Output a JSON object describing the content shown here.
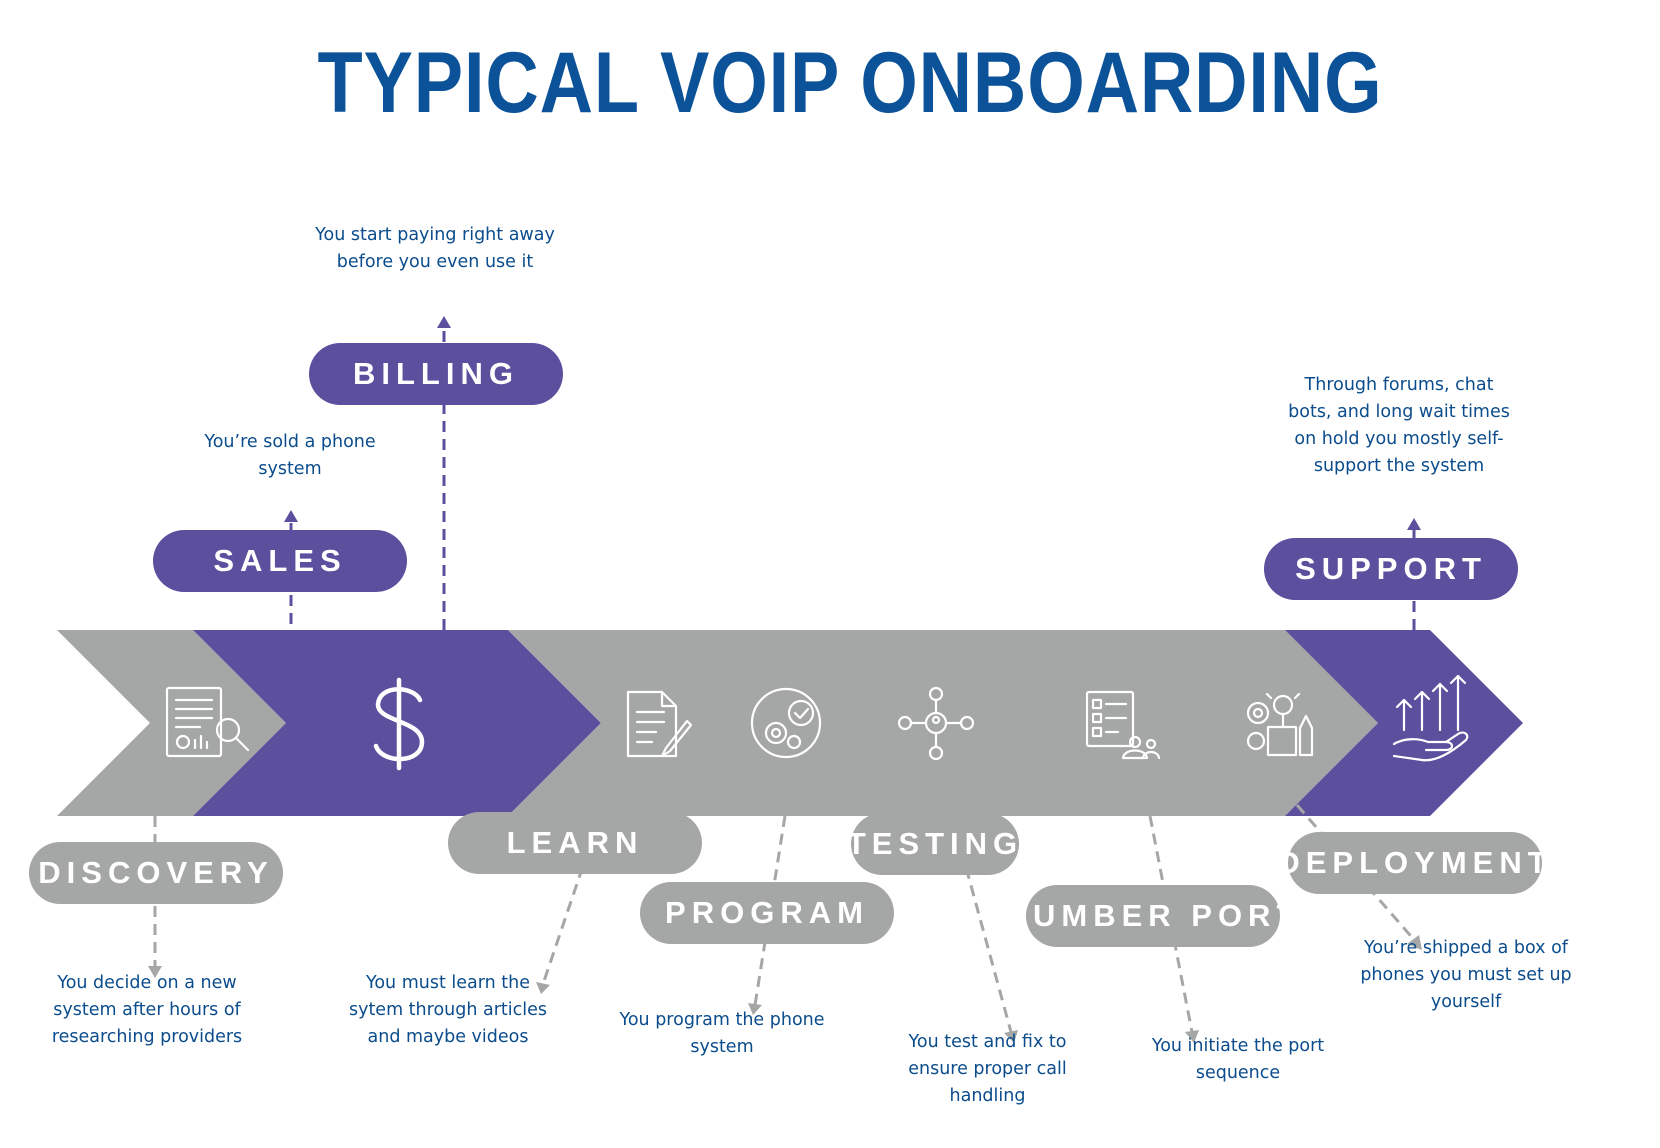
{
  "title": "TYPICAL VOIP ONBOARDING",
  "colors": {
    "title": "#0b5299",
    "purple": "#5b4f9e",
    "grey": "#a5a6a6",
    "text": "#0b4c8c"
  },
  "steps": [
    {
      "label": "DISCOVERY",
      "color": "grey",
      "icon": "report-magnifier-icon",
      "description": "You decide on a new system after hours of researching providers"
    },
    {
      "label": "SALES",
      "color": "purple",
      "icon": "dollar-icon",
      "description": "You’re sold a phone system"
    },
    {
      "label": "BILLING",
      "color": "purple",
      "icon": "dollar-icon",
      "description": "You start paying right away before you even use it"
    },
    {
      "label": "LEARN",
      "color": "grey",
      "icon": "document-pen-icon",
      "description": "You must learn the sytem through articles and maybe videos"
    },
    {
      "label": "PROGRAM",
      "color": "grey",
      "icon": "gears-check-icon",
      "description": "You program the phone system"
    },
    {
      "label": "TESTING",
      "color": "grey",
      "icon": "network-check-icon",
      "description": "You test and fix to ensure proper call handling"
    },
    {
      "label": "NUMBER PORT",
      "color": "grey",
      "icon": "checklist-team-icon",
      "description": "You initiate the port sequence"
    },
    {
      "label": "DEPLOYMENT",
      "color": "grey",
      "icon": "gears-bulb-icon",
      "description": "You’re shipped a box of phones you must set up yourself"
    },
    {
      "label": "SUPPORT",
      "color": "purple",
      "icon": "hand-growth-icon",
      "description": "Through forums, chat bots, and long wait times on hold you  mostly self-support the system"
    }
  ]
}
